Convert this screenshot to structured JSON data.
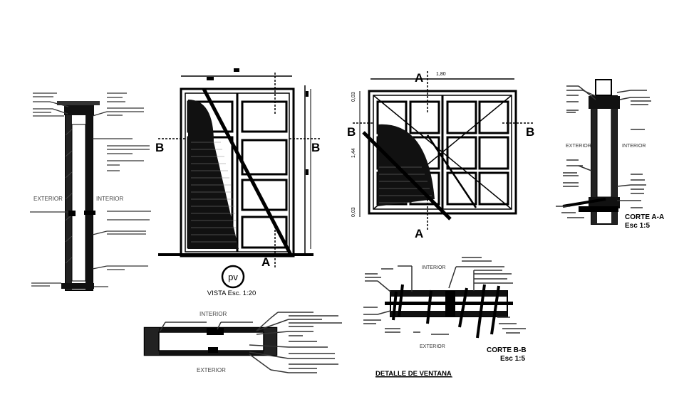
{
  "section_letters": {
    "a": "A",
    "b": "B"
  },
  "labels": {
    "exterior": "EXTERIOR",
    "interior": "INTERIOR",
    "pv": "pv"
  },
  "titles": {
    "vista": "VISTA Esc. 1:20",
    "corte_aa": "CORTE A-A",
    "corte_aa_scale": "Esc 1:5",
    "corte_bb": "CORTE B-B",
    "corte_bb_scale": "Esc 1:5",
    "detalle": "DETALLE DE VENTANA"
  },
  "dimensions": {
    "width": "1,80",
    "height": "1,44",
    "top_margin": "0,03",
    "bottom_margin": "0,03"
  },
  "colors": {
    "ink": "#000000",
    "leader": "#333333"
  }
}
